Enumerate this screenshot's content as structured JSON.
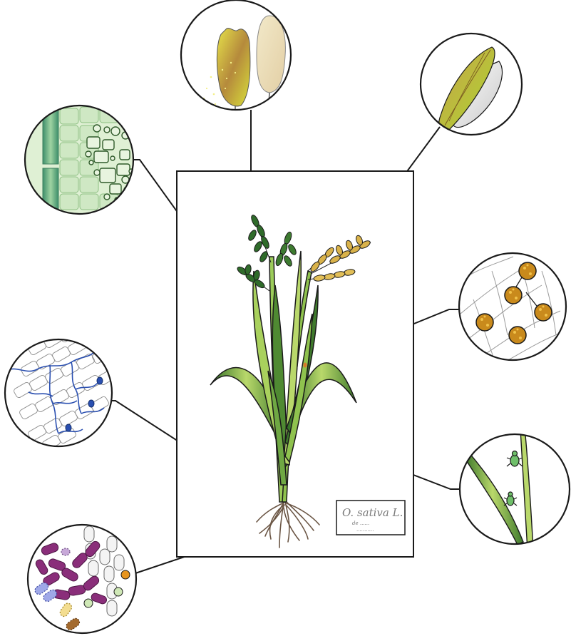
{
  "herbarium_label": {
    "line1": "O. sativa L.",
    "line2": "de ......",
    "line3": "..........."
  },
  "callouts": [
    {
      "id": "grain-infected",
      "icon": "seed-icon"
    },
    {
      "id": "seed-husk",
      "icon": "husked-seed-icon"
    },
    {
      "id": "leaf-tissue",
      "icon": "leaf-cells-icon"
    },
    {
      "id": "fungal-spores",
      "icon": "spore-icon"
    },
    {
      "id": "hyphae-in-tissue",
      "icon": "hyphae-icon"
    },
    {
      "id": "insects-on-leaf",
      "icon": "aphid-icon"
    },
    {
      "id": "root-microbes",
      "icon": "bacteria-icon"
    }
  ],
  "colors": {
    "outline": "#1a1a1a",
    "leaf_light": "#b9d86b",
    "leaf_dark": "#3f7a2c",
    "grain_gold": "#d9b24a",
    "hyphae_blue": "#2a4fb0",
    "bacteria_purple": "#8a2e7a",
    "spore_orange": "#c98a1c",
    "root_brown": "#6b5645"
  }
}
